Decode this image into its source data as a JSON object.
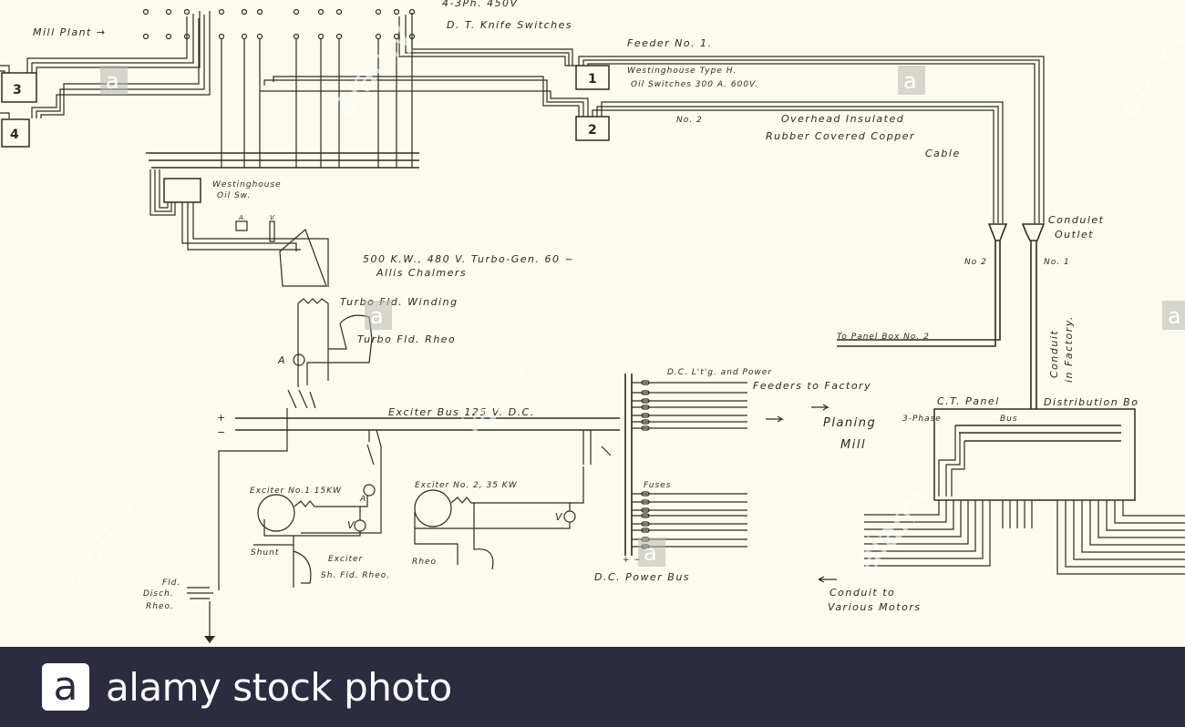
{
  "diagram": {
    "labels": {
      "top_rating": "4-3Ph. 450V",
      "knife_switches": "D. T. Knife Switches",
      "mill_plant": "Mill Plant →",
      "feeder_1": "Feeder No. 1.",
      "oil_switches_1": "Westinghouse Type H.",
      "oil_switches_2": "Oil Switches 300 A. 600V.",
      "no_2": "No. 2",
      "cable_1": "Overhead Insulated",
      "cable_2": "Rubber Covered Copper",
      "cable_3": "Cable",
      "condulet_1": "Condulet",
      "condulet_2": "Outlet",
      "cond_no2": "No 2",
      "cond_no1": "No. 1",
      "oil_sw_1": "Westinghouse",
      "oil_sw_2": "Oil Sw.",
      "meter_a": "A.",
      "meter_v": "V.",
      "gen_1": "500 K.W., 480 V. Turbo-Gen. 60 ~",
      "gen_2": "Allis Chalmers",
      "fld_winding": "Turbo Fld. Winding",
      "fld_rheo": "Turbo Fld. Rheo",
      "ammeter": "A",
      "panel_box_2": "To Panel Box No. 2",
      "dc_feeders_1": "D.C. L't'g. and Power",
      "dc_feeders_2": "Feeders to Factory",
      "conduit_factory_1": "Conduit",
      "conduit_factory_2": "in Factory.",
      "exciter_bus": "Exciter Bus 125 V. D.C.",
      "plus": "+",
      "minus": "−",
      "ct_panel": "C.T. Panel",
      "distribution": "Distribution Bo",
      "planing": "Planing",
      "mill": "Mill",
      "three_phase": "3-Phase",
      "bus": "Bus",
      "exciter_1": "Exciter No.1 15KW",
      "exciter_2": "Exciter No. 2, 35 KW",
      "fuses": "Fuses",
      "volt_1": "V",
      "volt_2": "V",
      "ammeter_2": "A",
      "shunt": "Shunt",
      "exc_rheo_1": "Exciter",
      "exc_rheo_2": "Sh. Fld. Rheo.",
      "rheo": "Rheo",
      "dc_power_bus": "D.C. Power Bus",
      "pm": "+  −",
      "disch_1": "Fld.",
      "disch_2": "Disch.",
      "disch_3": "Rheo.",
      "conduit_motors_1": "Conduit to",
      "conduit_motors_2": "Various Motors"
    },
    "boxes": {
      "b3": "3",
      "b4": "4",
      "b1": "1",
      "b2": "2"
    },
    "watermark": "alamy",
    "watermark_glyph": "a"
  },
  "footer": {
    "logo": "a",
    "brand": "alamy stock photo",
    "background": "#2b2c3f"
  }
}
